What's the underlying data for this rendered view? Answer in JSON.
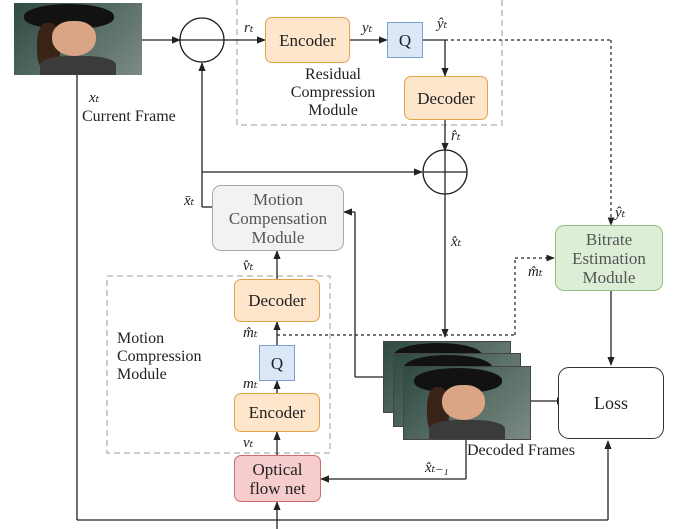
{
  "labels": {
    "encoder": "Encoder",
    "q": "Q",
    "decoder": "Decoder",
    "motion_compensation": "Motion\nCompensation\nModule",
    "bitrate_estimation": "Bitrate\nEstimation\nModule",
    "optical_flow": "Optical\nflow net",
    "loss": "Loss",
    "residual_compression": "Residual\nCompression\nModule",
    "motion_compression": "Motion\nCompression\nModule",
    "current_frame": "Current Frame",
    "decoded_frames": "Decoded Frames"
  },
  "symbols": {
    "x_t": "xₜ",
    "r_t": "rₜ",
    "y_t": "yₜ",
    "y_hat_t": "ŷₜ",
    "r_hat_t": "r̂ₜ",
    "x_hat_t": "x̂ₜ",
    "x_bar_t": "x̄ₜ",
    "v_hat_t": "v̂ₜ",
    "m_hat_t": "m̂ₜ",
    "m_t": "mₜ",
    "v_t": "vₜ",
    "x_hat_t_minus_1": "x̂ₜ₋₁"
  },
  "colors": {
    "orange": "#fde6cc",
    "blue": "#dbe7f6",
    "gray": "#f2f2f2",
    "green": "#dcefd6",
    "red": "#f6cccc"
  }
}
